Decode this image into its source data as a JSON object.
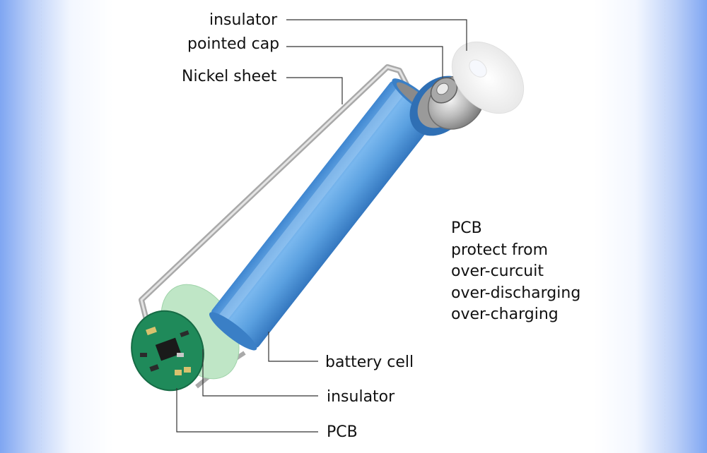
{
  "labels": {
    "insulator_top": "insulator",
    "pointed_cap": "pointed cap",
    "nickel_sheet": "Nickel sheet",
    "battery_cell": "battery cell",
    "insulator_bottom": "insulator",
    "pcb": "PCB"
  },
  "pcb_note": {
    "lines": [
      "PCB",
      "protect from",
      "over-curcuit",
      "over-discharging",
      "over-charging"
    ]
  },
  "colors": {
    "cell_blue": "#5aa0e0",
    "cap_metal": "#c9c9c9",
    "pcb_green": "#1f8a5a",
    "insulator_green": "#bfe6c6",
    "nickel_gray": "#a9a9a9",
    "background_blue": "#7fa6f2"
  }
}
